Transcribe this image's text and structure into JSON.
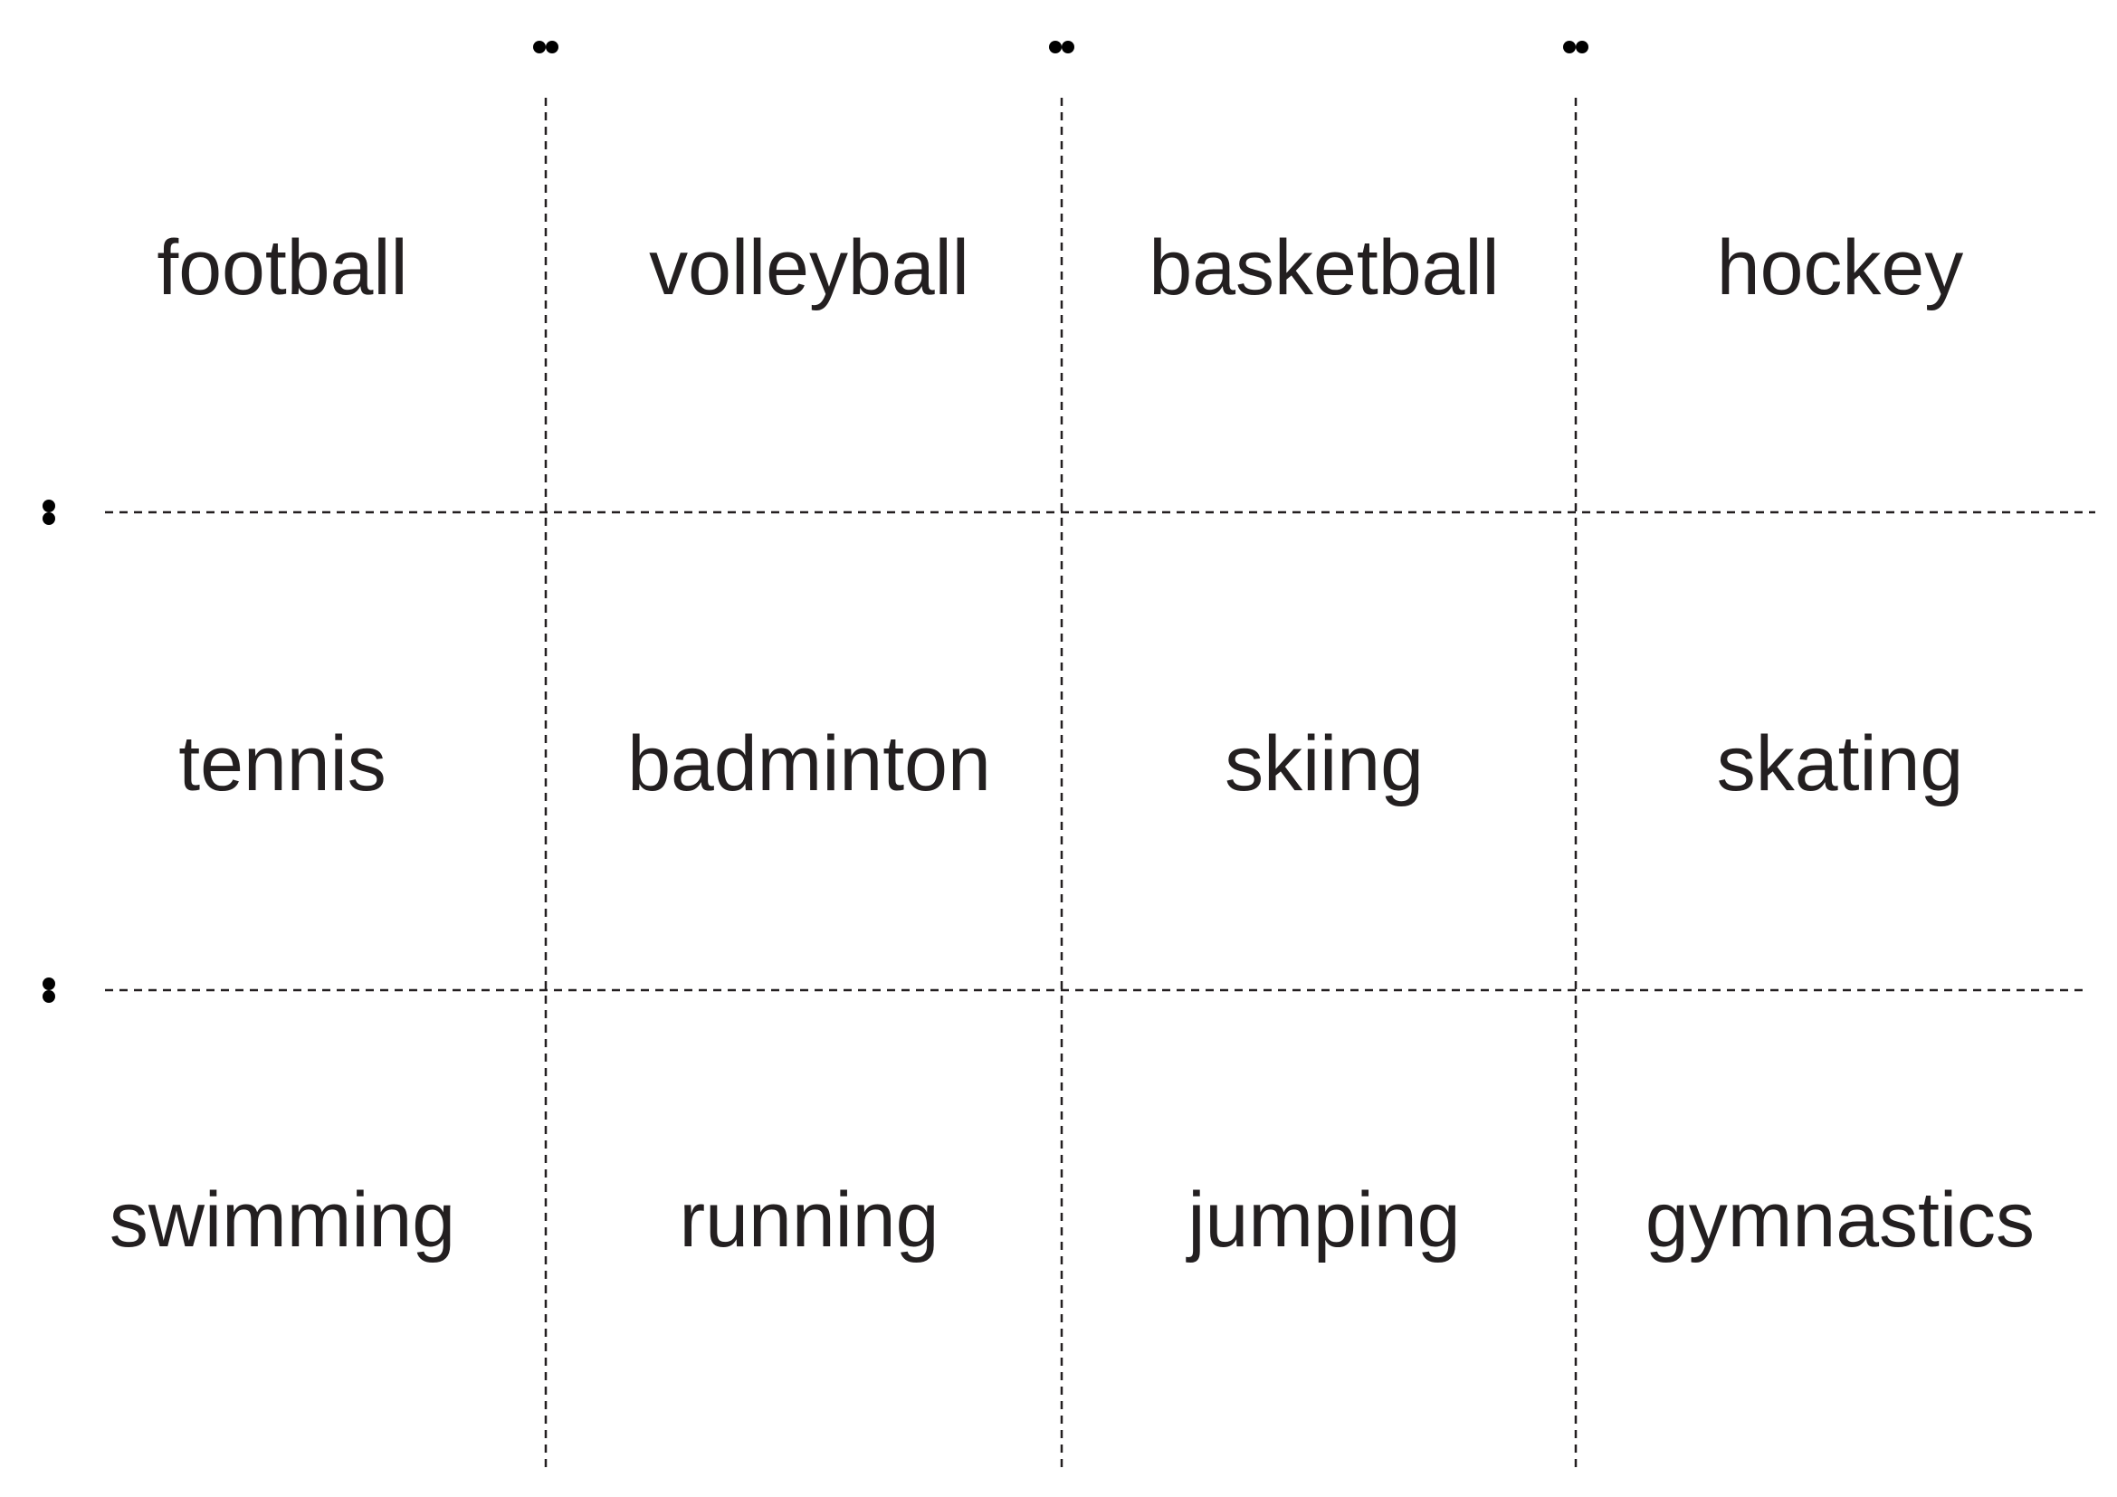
{
  "cards": [
    [
      "football",
      "volleyball",
      "basketball",
      "hockey"
    ],
    [
      "tennis",
      "badminton",
      "skiing",
      "skating"
    ],
    [
      "swimming",
      "running",
      "jumping",
      "gymnastics"
    ]
  ],
  "icons": {
    "cut_marker": "scissors-icon"
  },
  "colors": {
    "ink": "#231f20",
    "background": "#ffffff"
  }
}
